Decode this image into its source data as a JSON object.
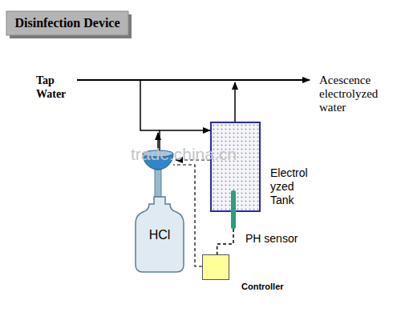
{
  "diagram": {
    "title": "Disinfection Device",
    "nodes": [
      {
        "text": [
          "Electrol yzed Tank"
        ]
      },
      {
        "text": [
          "HCl"
        ]
      },
      {
        "text": [
          "Controller"
        ]
      },
      {
        "text": [
          "PH sensor"
        ]
      }
    ],
    "edges": [
      {
        "from": 1,
        "to": 0,
        "arrow": "to"
      },
      {
        "from": 3,
        "to": 2,
        "arrow": "none"
      }
    ],
    "labels": [
      "Tap Water",
      "Acescence electrolyzed water",
      "trade.china.cn"
    ]
  }
}
